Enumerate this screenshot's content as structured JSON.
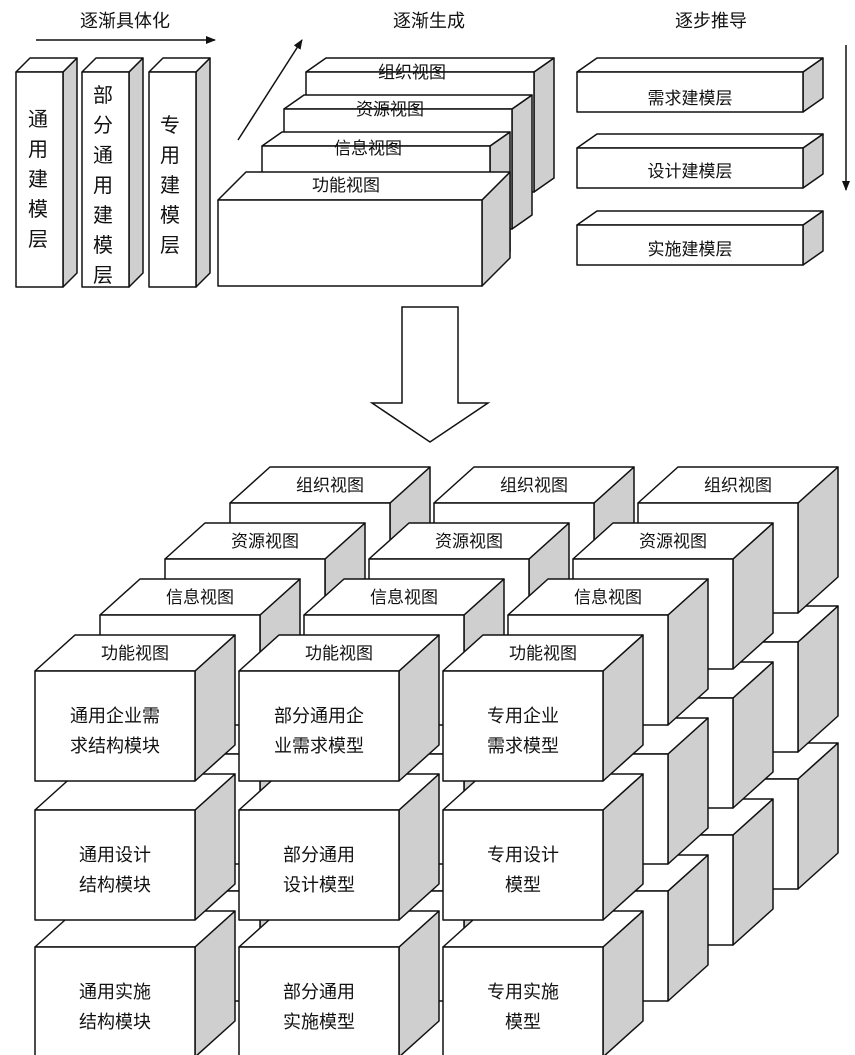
{
  "headers": {
    "gradual_concretization": "逐渐具体化",
    "gradual_generation": "逐渐生成",
    "gradual_derivation": "逐步推导"
  },
  "modeling_layers": [
    {
      "label": "通用建模层"
    },
    {
      "label": "部分通用建模层"
    },
    {
      "label": "专用建模层"
    }
  ],
  "views": {
    "organization": "组织视图",
    "resource": "资源视图",
    "information": "信息视图",
    "function": "功能视图"
  },
  "derivation_layers": {
    "requirement": "需求建模层",
    "design": "设计建模层",
    "implementation": "实施建模层"
  },
  "cube": {
    "rows": [
      {
        "cells": [
          {
            "lines": [
              "通用企业需",
              "求结构模块"
            ]
          },
          {
            "lines": [
              "部分通用企",
              "业需求模型"
            ]
          },
          {
            "lines": [
              "专用企业",
              "需求模型"
            ]
          }
        ]
      },
      {
        "cells": [
          {
            "lines": [
              "通用设计",
              "结构模块"
            ]
          },
          {
            "lines": [
              "部分通用",
              "设计模型"
            ]
          },
          {
            "lines": [
              "专用设计",
              "模型"
            ]
          }
        ]
      },
      {
        "cells": [
          {
            "lines": [
              "通用实施",
              "结构模块"
            ]
          },
          {
            "lines": [
              "部分通用",
              "实施模型"
            ]
          },
          {
            "lines": [
              "专用实施",
              "模型"
            ]
          }
        ]
      }
    ]
  }
}
